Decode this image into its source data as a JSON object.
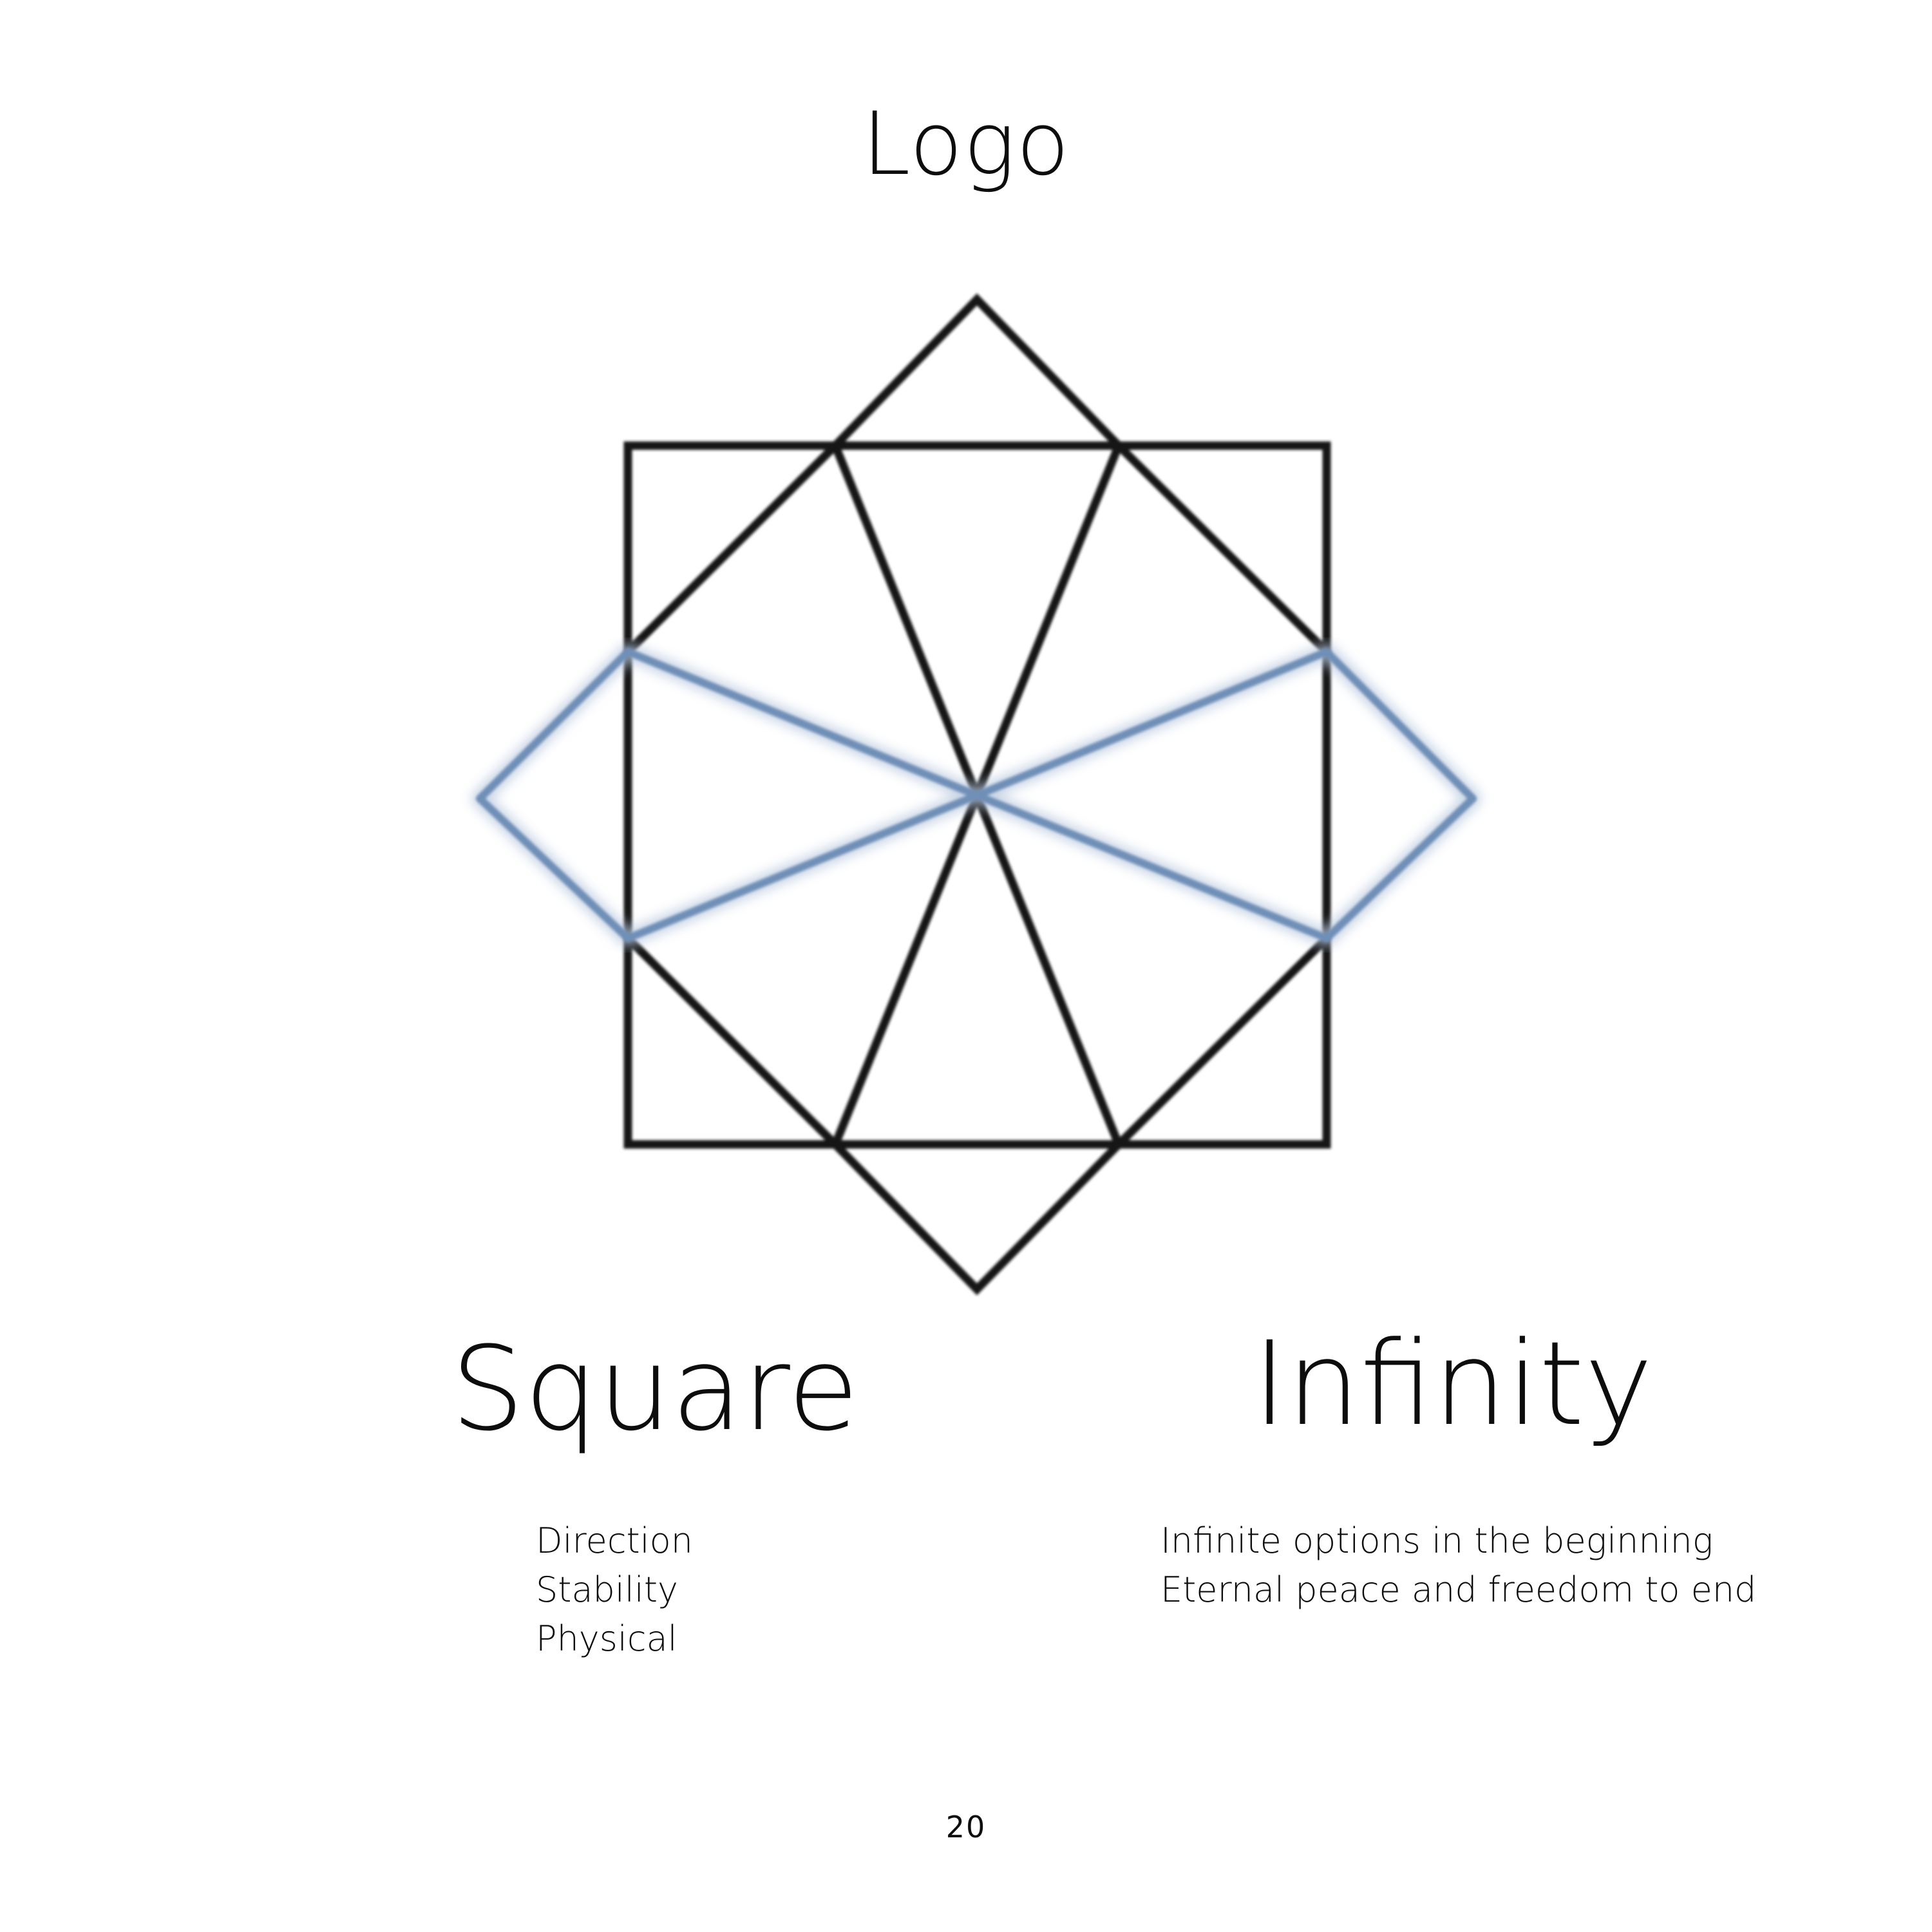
{
  "page": {
    "title": "Logo",
    "page_number": "20"
  },
  "logo": {
    "icon_name": "octagram-logo-icon",
    "line_color": "#121212",
    "accent_color": "#6f8fb7",
    "glow_color": "#b8c8df"
  },
  "square": {
    "heading": "Square",
    "items": [
      "Direction",
      "Stability",
      "Physical"
    ]
  },
  "infinity": {
    "heading": "Infinity",
    "items": [
      "Infinite options in the beginning",
      "Eternal peace and freedom to end"
    ]
  }
}
